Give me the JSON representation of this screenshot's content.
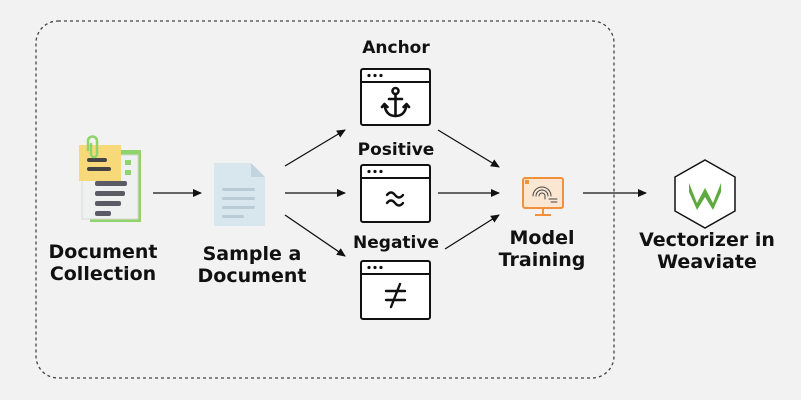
{
  "nodes": {
    "document_collection": {
      "line1": "Document",
      "line2": "Collection"
    },
    "sample_document": {
      "line1": "Sample a",
      "line2": "Document"
    },
    "anchor": {
      "label": "Anchor"
    },
    "positive": {
      "label": "Positive"
    },
    "negative": {
      "label": "Negative"
    },
    "model_training": {
      "line1": "Model",
      "line2": "Training"
    },
    "vectorizer": {
      "line1": "Vectorizer in",
      "line2": "Weaviate"
    }
  },
  "colors": {
    "background": "#f2f2f2",
    "stroke": "#111111",
    "paper_main": "#f5f5f5",
    "paper_front": "#eef1ef",
    "note_yellow": "#f7d97a",
    "clip_green": "#8fd36a",
    "sample_doc": "#d8e6ed",
    "monitor_orange": "#f0913d",
    "weaviate_green": "#5dab3f"
  },
  "icons": {
    "collection": "document-stack-icon",
    "sample": "document-icon",
    "anchor": "anchor-icon",
    "positive": "approximately-equal-icon",
    "negative": "not-equal-icon",
    "training": "monitor-fingerprint-icon",
    "weaviate": "weaviate-logo-icon"
  }
}
